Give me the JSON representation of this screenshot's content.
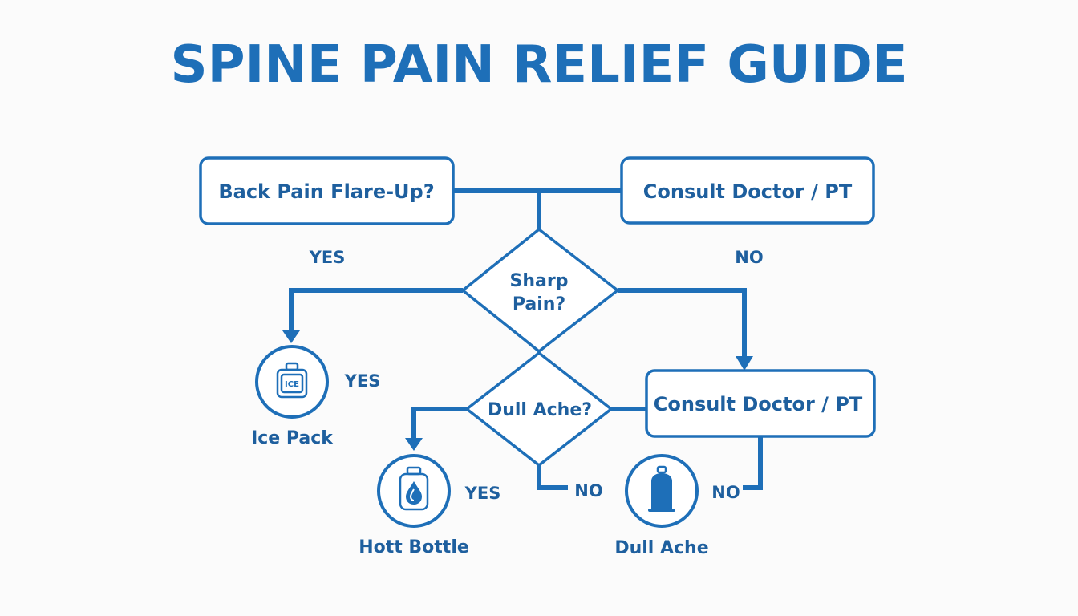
{
  "title": "SPINE PAIN RELIEF GUIDE",
  "nodes": {
    "start": "Back Pain Flare-Up?",
    "consult_top": "Consult Doctor / PT",
    "sharp_line1": "Sharp",
    "sharp_line2": "Pain?",
    "dull": "Dull Ache?",
    "consult_mid": "Consult Doctor / PT"
  },
  "branches": {
    "yes_top": "YES",
    "no_top": "NO",
    "yes_ice": "YES",
    "yes_hot": "YES",
    "no_dull": "NO",
    "no_right": "NO"
  },
  "icons": {
    "ice_pack": {
      "label": "Ice Pack",
      "inner_text": "ICE",
      "icon": "ice-pack-icon"
    },
    "hot_bottle": {
      "label": "Hott Bottle",
      "icon": "hot-water-bottle-icon"
    },
    "dull_ache": {
      "label": "Dull Ache",
      "icon": "bottle-icon"
    }
  },
  "colors": {
    "primary": "#1e6fb8",
    "text": "#1e5f9e",
    "background": "#fbfbfb"
  }
}
